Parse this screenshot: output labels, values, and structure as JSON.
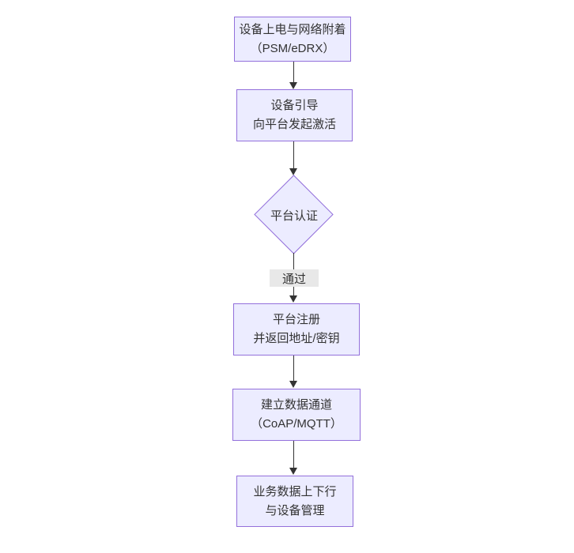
{
  "diagram": {
    "type": "flowchart",
    "direction": "top-down",
    "nodes": [
      {
        "id": "A",
        "shape": "rect",
        "lines": [
          "设备上电与网络附着",
          "（PSM/eDRX）"
        ]
      },
      {
        "id": "B",
        "shape": "rect",
        "lines": [
          "设备引导",
          "向平台发起激活"
        ]
      },
      {
        "id": "C",
        "shape": "diamond",
        "lines": [
          "平台认证"
        ]
      },
      {
        "id": "D",
        "shape": "rect",
        "lines": [
          "平台注册",
          "并返回地址/密钥"
        ]
      },
      {
        "id": "E",
        "shape": "rect",
        "lines": [
          "建立数据通道",
          "（CoAP/MQTT）"
        ]
      },
      {
        "id": "F",
        "shape": "rect",
        "lines": [
          "业务数据上下行",
          "与设备管理"
        ]
      }
    ],
    "edges": [
      {
        "from": "A",
        "to": "B",
        "label": ""
      },
      {
        "from": "B",
        "to": "C",
        "label": ""
      },
      {
        "from": "C",
        "to": "D",
        "label": "通过"
      },
      {
        "from": "D",
        "to": "E",
        "label": ""
      },
      {
        "from": "E",
        "to": "F",
        "label": ""
      }
    ],
    "colors": {
      "node_fill": "#ECECFF",
      "node_border": "#9370DB",
      "text": "#333333",
      "edge": "#333333",
      "edge_label_bg": "#e8e8e8"
    }
  }
}
